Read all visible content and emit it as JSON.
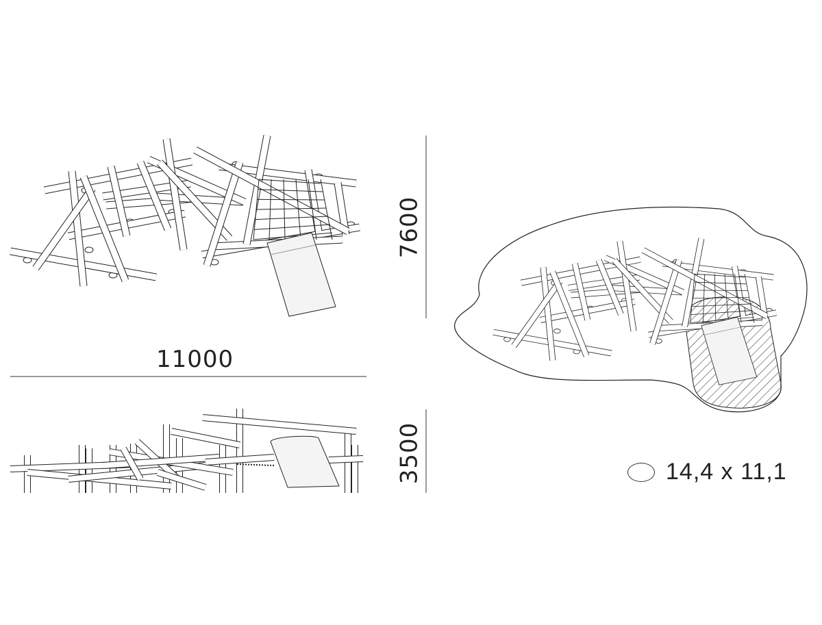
{
  "dimensions": {
    "width_mm": "11000",
    "depth_mm": "7600",
    "height_mm": "3500"
  },
  "safety_area": {
    "icon": "oval-area-icon",
    "label": "14,4 x 11,1"
  },
  "views": [
    "top-view",
    "side-view",
    "safety-zone-view"
  ],
  "colors": {
    "line": "#222222",
    "slide": "#f2f2f2",
    "background": "#ffffff"
  }
}
